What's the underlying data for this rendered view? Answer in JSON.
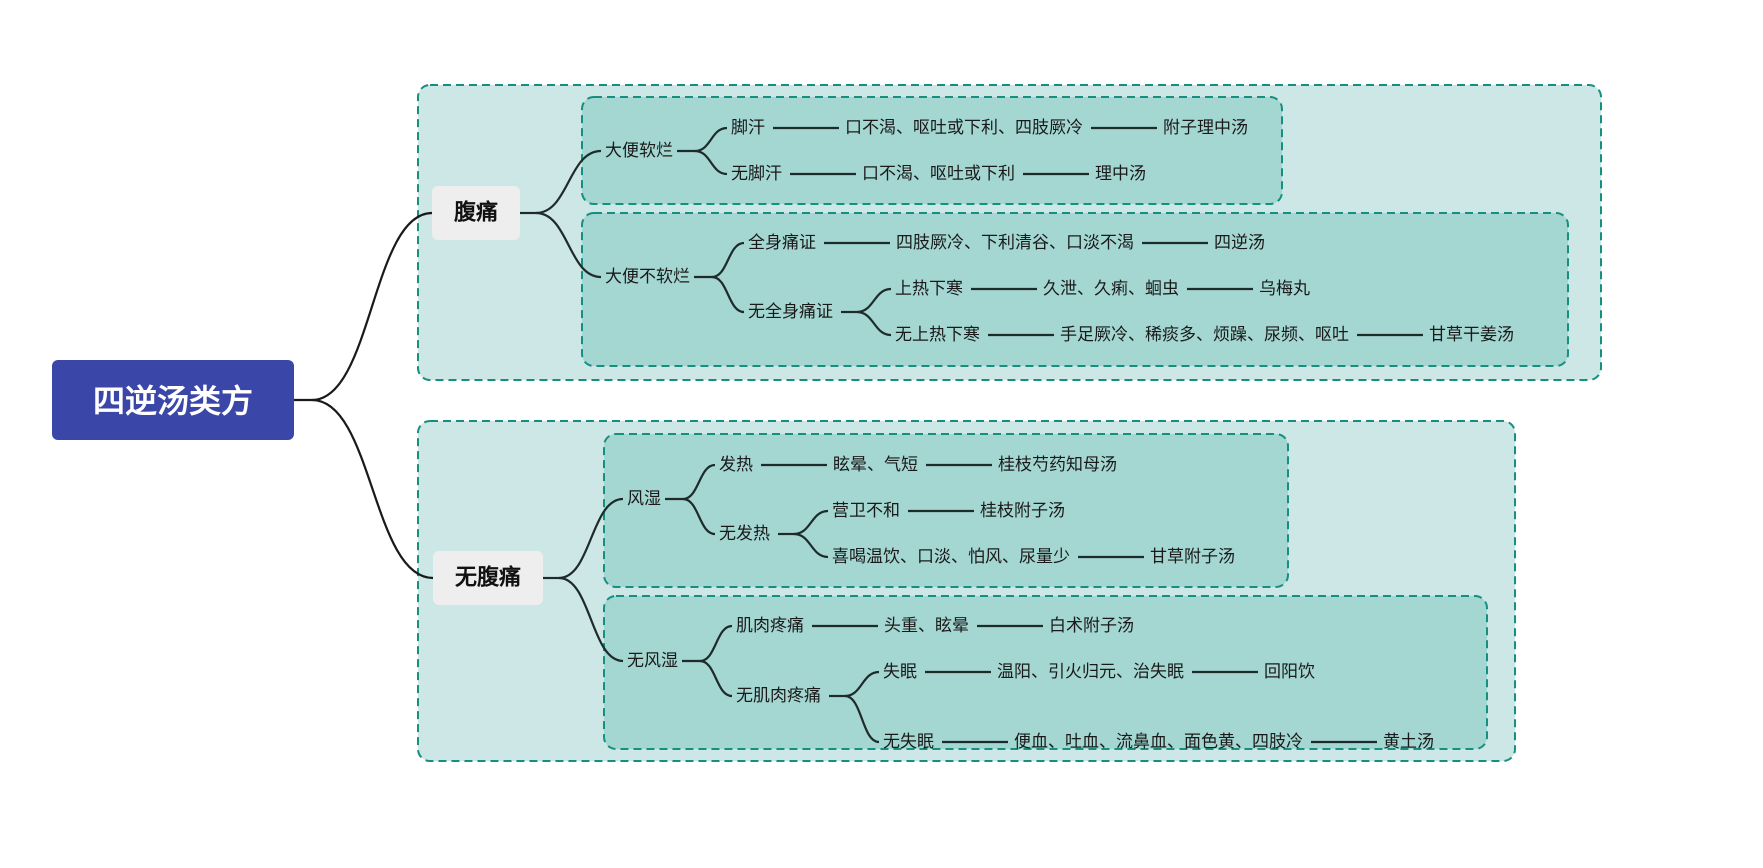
{
  "root": {
    "label": "四逆汤类方"
  },
  "branches": [
    {
      "label": "腹痛",
      "groups": [
        {
          "label": "大便软烂",
          "items": [
            {
              "label": "脚汗",
              "chain": [
                "口不渴、呕吐或下利、四肢厥冷",
                "附子理中汤"
              ]
            },
            {
              "label": "无脚汗",
              "chain": [
                "口不渴、呕吐或下利",
                "理中汤"
              ]
            }
          ]
        },
        {
          "label": "大便不软烂",
          "items": [
            {
              "label": "全身痛证",
              "chain": [
                "四肢厥冷、下利清谷、口淡不渴",
                "四逆汤"
              ]
            },
            {
              "label": "无全身痛证",
              "children": [
                {
                  "label": "上热下寒",
                  "chain": [
                    "久泄、久痢、蛔虫",
                    "乌梅丸"
                  ]
                },
                {
                  "label": "无上热下寒",
                  "chain": [
                    "手足厥冷、稀痰多、烦躁、尿频、呕吐",
                    "甘草干姜汤"
                  ]
                }
              ]
            }
          ]
        }
      ]
    },
    {
      "label": "无腹痛",
      "groups": [
        {
          "label": "风湿",
          "items": [
            {
              "label": "发热",
              "chain": [
                "眩晕、气短",
                "桂枝芍药知母汤"
              ]
            },
            {
              "label": "无发热",
              "children": [
                {
                  "label": "营卫不和",
                  "chain": [
                    "桂枝附子汤"
                  ]
                },
                {
                  "label": "喜喝温饮、口淡、怕风、尿量少",
                  "chain": [
                    "甘草附子汤"
                  ]
                }
              ]
            }
          ]
        },
        {
          "label": "无风湿",
          "items": [
            {
              "label": "肌肉疼痛",
              "chain": [
                "头重、眩晕",
                "白术附子汤"
              ]
            },
            {
              "label": "无肌肉疼痛",
              "children": [
                {
                  "label": "失眠",
                  "chain": [
                    "温阳、引火归元、治失眠",
                    "回阳饮"
                  ]
                },
                {
                  "label": "无失眠",
                  "chain": [
                    "便血、吐血、流鼻血、面色黄、四肢冷",
                    "黄土汤"
                  ]
                }
              ]
            }
          ]
        }
      ]
    }
  ],
  "colors": {
    "root_fill": "#3a47a8",
    "main_node_fill": "#eeeeee",
    "outer_box_fill": "#cde6e6",
    "inner_box_fill": "#a4d6d2",
    "box_border": "#159080",
    "line": "#1e2b2b"
  }
}
